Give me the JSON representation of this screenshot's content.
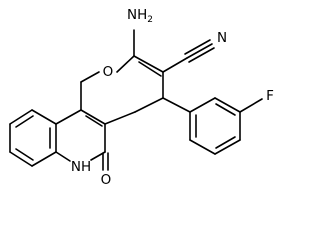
{
  "labels": {
    "amino": "NH",
    "amino_sub": "2",
    "ring_oxygen": "O",
    "nitrile_n": "N",
    "fluorine": "F",
    "carbonyl_o": "O",
    "lactam_nh": "NH"
  }
}
